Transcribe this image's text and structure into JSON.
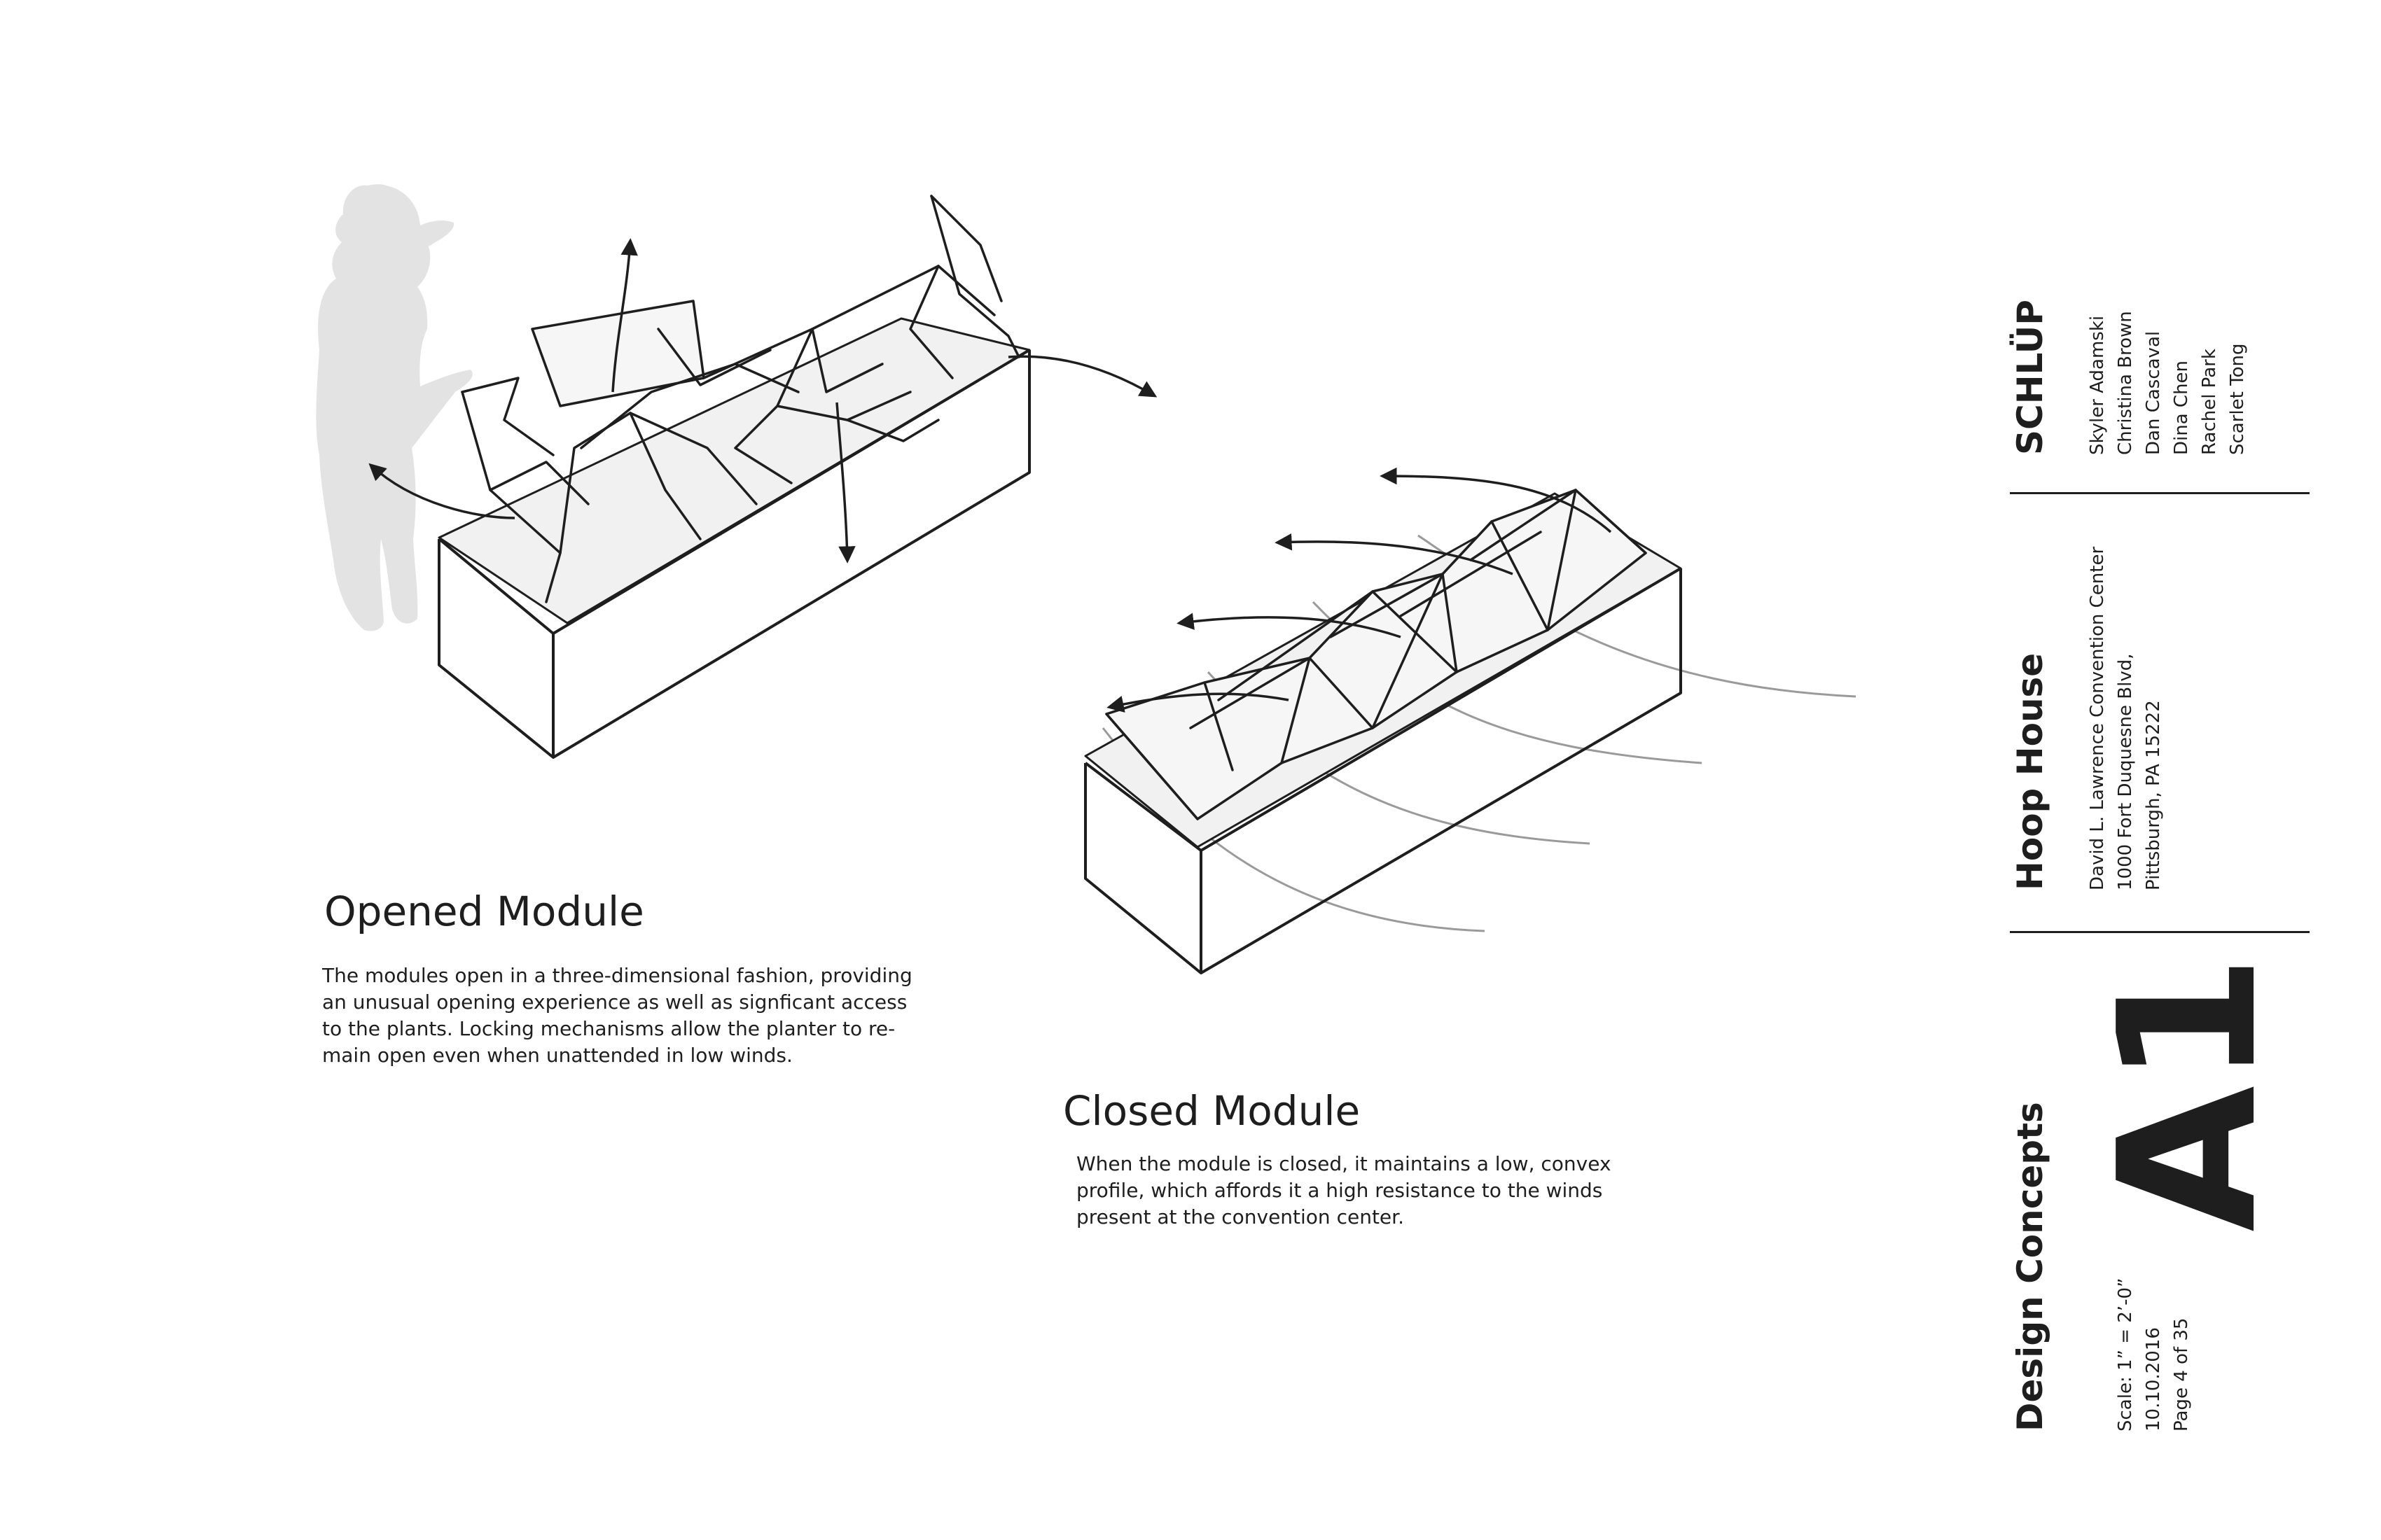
{
  "opened": {
    "title": "Opened Module",
    "lines": [
      "The modules open in a three-dimensional fashion, providing",
      "an unusual opening experience as well as signficant access",
      "to the plants. Locking mechanisms allow the planter to re-",
      "main open even when unattended in low winds."
    ]
  },
  "closed": {
    "title": "Closed Module",
    "lines": [
      "When the module is closed, it maintains a low, convex",
      "profile, which affords it a high resistance to the winds",
      "present at the convention center."
    ]
  },
  "titleblock": {
    "team": "SCHLÜP",
    "members": [
      "Skyler Adamski",
      "Christina Brown",
      "Dan Cascaval",
      "Dina Chen",
      "Rachel Park",
      "Scarlet Tong"
    ],
    "project": "Hoop House",
    "address": [
      "David L. Lawrence Convention Center",
      "1000 Fort Duquesne Blvd,",
      "Pittsburgh, PA 15222"
    ],
    "sheet_title": "Design Concepts",
    "meta": [
      "Scale: 1” = 2’-0”",
      "10.10.2016",
      "Page 4 of 35"
    ],
    "sheet_number": "A1"
  },
  "colors": {
    "ink": "#1e1e1e",
    "silhouette": "#e3e3e3",
    "glass": "#f1f1f1",
    "rule": "#1e1e1e"
  }
}
